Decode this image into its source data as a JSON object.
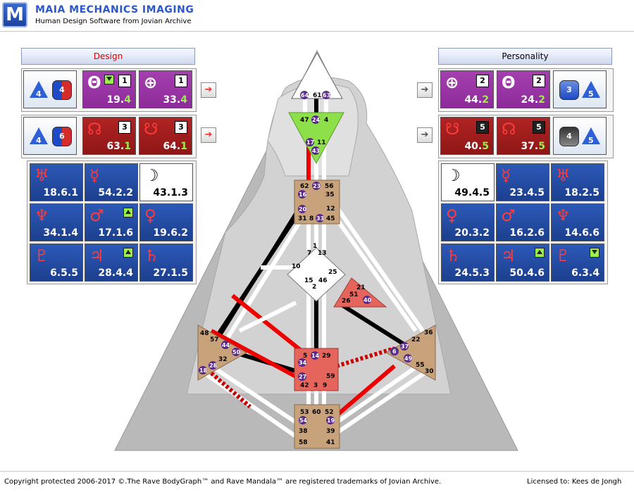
{
  "header": {
    "logo_letter": "M",
    "title": "MAIA MECHANICS IMAGING",
    "subtitle": "Human Design Software from Jovian Archive"
  },
  "design": {
    "heading": "Design",
    "heading_color": "#e00000",
    "row1": {
      "icon_tri": "4",
      "icon_oct": "4",
      "tiles": [
        {
          "symbol": "Θ",
          "box": "1",
          "value_main": "19.",
          "value_hl": "4",
          "color": "magenta",
          "marker": "down"
        },
        {
          "symbol": "⊕",
          "box": "1",
          "value_main": "33.",
          "value_hl": "4",
          "color": "magenta",
          "marker": "none"
        }
      ]
    },
    "row2": {
      "icon_tri": "4",
      "icon_oct": "6",
      "tiles": [
        {
          "symbol": "☊",
          "box": "3",
          "value_main": "63.",
          "value_hl": "1",
          "color": "red"
        },
        {
          "symbol": "☋",
          "box": "3",
          "value_main": "64.",
          "value_hl": "1",
          "color": "red"
        }
      ]
    },
    "planets": [
      {
        "symbol": "♅",
        "value": "18.6.1",
        "color": "blue"
      },
      {
        "symbol": "☿",
        "value": "54.2.2",
        "color": "blue"
      },
      {
        "symbol": "☽",
        "value": "43.1.3",
        "color": "white"
      },
      {
        "symbol": "♆",
        "value": "34.1.4",
        "color": "blue"
      },
      {
        "symbol": "♂",
        "value": "17.1.6",
        "color": "blue",
        "badge": "up"
      },
      {
        "symbol": "♀",
        "value": "19.6.2",
        "color": "blue"
      },
      {
        "symbol": "♇",
        "value": "6.5.5",
        "color": "blue"
      },
      {
        "symbol": "♃",
        "value": "28.4.4",
        "color": "blue",
        "badge": "up"
      },
      {
        "symbol": "♄",
        "value": "27.1.5",
        "color": "blue"
      }
    ]
  },
  "personality": {
    "heading": "Personality",
    "row1": {
      "icon_oct": "3",
      "icon_tri": "5",
      "tiles": [
        {
          "symbol": "⊕",
          "box": "2",
          "value_main": "44.",
          "value_hl": "2",
          "color": "magenta"
        },
        {
          "symbol": "Θ",
          "box": "2",
          "value_main": "24.",
          "value_hl": "2",
          "color": "magenta"
        }
      ]
    },
    "row2": {
      "icon_oct": "4",
      "icon_tri": "5",
      "tiles": [
        {
          "symbol": "☋",
          "box": "5",
          "value_main": "40.",
          "value_hl": "5",
          "color": "red"
        },
        {
          "symbol": "☊",
          "box": "5",
          "value_main": "37.",
          "value_hl": "5",
          "color": "red"
        }
      ]
    },
    "planets": [
      {
        "symbol": "☽",
        "value": "49.4.5",
        "color": "white"
      },
      {
        "symbol": "☿",
        "value": "23.4.5",
        "color": "blue"
      },
      {
        "symbol": "♅",
        "value": "18.2.5",
        "color": "blue"
      },
      {
        "symbol": "♀",
        "value": "20.3.2",
        "color": "blue"
      },
      {
        "symbol": "♂",
        "value": "16.2.6",
        "color": "blue"
      },
      {
        "symbol": "♆",
        "value": "14.6.6",
        "color": "blue"
      },
      {
        "symbol": "♄",
        "value": "24.5.3",
        "color": "blue"
      },
      {
        "symbol": "♃",
        "value": "50.4.6",
        "color": "blue",
        "badge": "up"
      },
      {
        "symbol": "♇",
        "value": "6.3.4",
        "color": "blue",
        "badge": "down"
      }
    ]
  },
  "bodygraph": {
    "head_gates": [
      "64",
      "61",
      "63"
    ],
    "ajna_gates": [
      "47",
      "24",
      "4",
      "17",
      "11",
      "43"
    ],
    "throat_gates": [
      "62",
      "23",
      "56",
      "16",
      "35",
      "20",
      "12",
      "31",
      "8",
      "33",
      "45"
    ],
    "g_gates": [
      "1",
      "7",
      "13",
      "10",
      "25",
      "15",
      "46",
      "2"
    ],
    "ego_gates": [
      "21",
      "51",
      "26",
      "40"
    ],
    "spleen_gates": [
      "48",
      "57",
      "44",
      "50",
      "32",
      "28",
      "18"
    ],
    "sacral_gates": [
      "5",
      "14",
      "29",
      "34",
      "27",
      "59",
      "42",
      "3",
      "9"
    ],
    "solar_gates": [
      "36",
      "22",
      "37",
      "6",
      "49",
      "55",
      "30"
    ],
    "root_gates": [
      "53",
      "60",
      "52",
      "54",
      "19",
      "38",
      "39",
      "58",
      "41"
    ]
  },
  "footer": {
    "copyright": "Copyright protected 2006-2017 ©.The Rave BodyGraph™ and Rave Mandala™ are registered trademarks of Jovian Archive.",
    "license": "Licensed to: Kees de Jongh"
  }
}
